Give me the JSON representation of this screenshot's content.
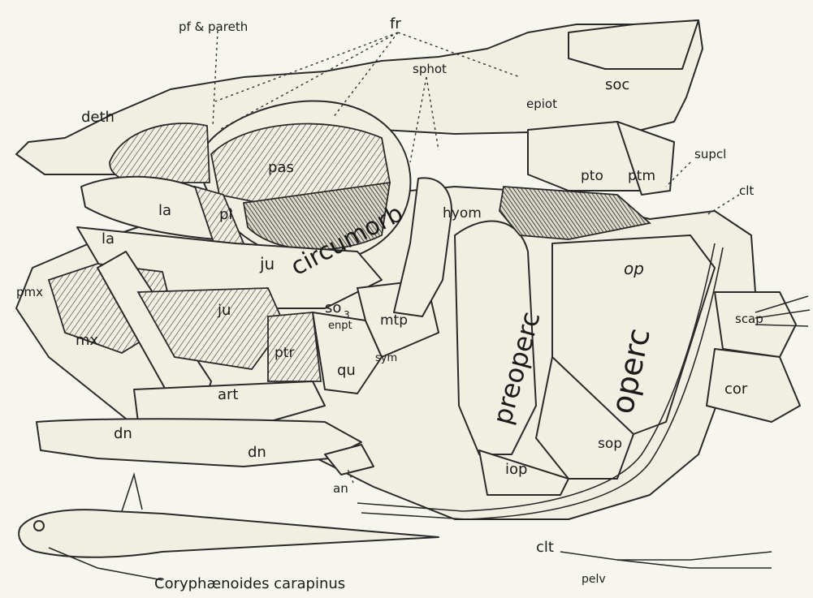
{
  "figure": {
    "caption": "Coryphænoides carapinus",
    "labels": {
      "fr": "fr",
      "pf_pareth": "pf & pareth",
      "sphot": "sphot",
      "soc": "soc",
      "epiot": "epiot",
      "deth": "deth",
      "supcl": "supcl",
      "clt_upper": "clt",
      "pas": "pas",
      "pto": "pto",
      "ptm": "ptm",
      "la_upper": "la",
      "pl": "pl",
      "hyom": "hyom",
      "circumorb": "circumorb",
      "la_lower": "la",
      "ju_upper": "ju",
      "op": "op",
      "pmx": "pmx",
      "so3": "so",
      "so3_sub": "3",
      "enpt": "enpt",
      "mtp": "mtp",
      "ju_lower": "ju",
      "preoperc": "preoperc",
      "operc": "operc",
      "scap": "scap",
      "mx": "mx",
      "ptr": "ptr",
      "qu": "qu",
      "sym": "sym",
      "art": "art",
      "cor": "cor",
      "dn_upper": "dn",
      "dn_lower": "dn",
      "sop": "sop",
      "iop": "iop",
      "an": "an",
      "clt_lower": "clt",
      "pelv": "pelv"
    }
  }
}
